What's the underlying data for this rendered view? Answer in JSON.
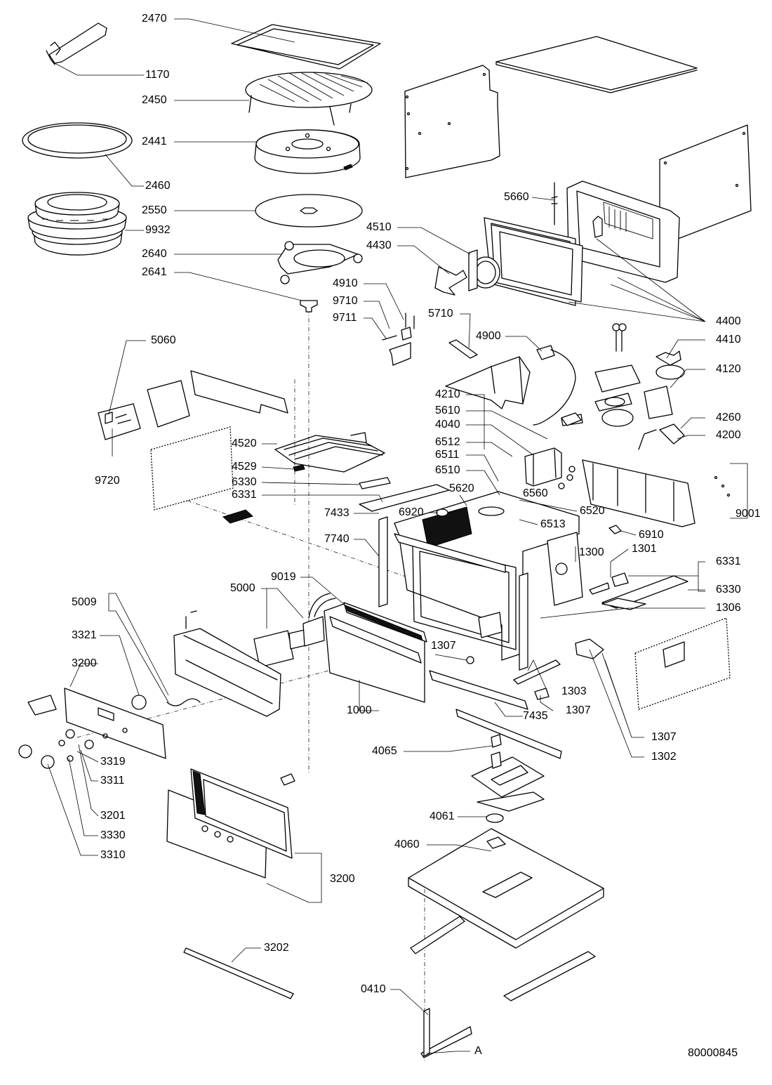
{
  "document_number": "80000845",
  "detail_marker": "A",
  "part_numbers": {
    "p2470": "2470",
    "p1170": "1170",
    "p2450": "2450",
    "p2441": "2441",
    "p2460": "2460",
    "p2550": "2550",
    "p9932": "9932",
    "p2640": "2640",
    "p2641": "2641",
    "p5660": "5660",
    "p4510": "4510",
    "p4430": "4430",
    "p4400": "4400",
    "p4410": "4410",
    "p4910": "4910",
    "p9710": "9710",
    "p9711": "9711",
    "p5710": "5710",
    "p4900": "4900",
    "p4120": "4120",
    "p5060": "5060",
    "p4210": "4210",
    "p5610": "5610",
    "p4040": "4040",
    "p4260": "4260",
    "p4200": "4200",
    "p6512": "6512",
    "p4520": "4520",
    "p6511": "6511",
    "p6510": "6510",
    "p4529": "4529",
    "p6560": "6560",
    "p9720": "9720",
    "p6330a": "6330",
    "p6331a": "6331",
    "p5620": "5620",
    "p9001": "9001",
    "p7433": "7433",
    "p6920": "6920",
    "p6520": "6520",
    "p6513": "6513",
    "p6910": "6910",
    "p7740": "7740",
    "p1300": "1300",
    "p1301": "1301",
    "p9019": "9019",
    "p6331b": "6331",
    "p5000": "5000",
    "p6330b": "6330",
    "p5009": "5009",
    "p1306": "1306",
    "p3321": "3321",
    "p1307a": "1307",
    "p3200a": "3200",
    "p1303": "1303",
    "p1000": "1000",
    "p7435": "7435",
    "p1307b": "1307",
    "p1307c": "1307",
    "p4065": "4065",
    "p3319": "3319",
    "p1302": "1302",
    "p3311": "3311",
    "p4061": "4061",
    "p3201": "3201",
    "p3330": "3330",
    "p4060": "4060",
    "p3310": "3310",
    "p3200b": "3200",
    "p3202": "3202",
    "p0410": "0410"
  }
}
